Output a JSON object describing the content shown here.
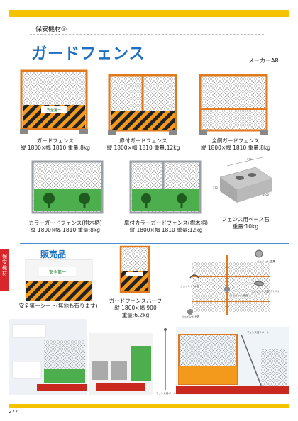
{
  "header": {
    "section": "保安機材①",
    "title": "ガードフェンス",
    "maker": "メーカーAR"
  },
  "sign_text": "安全第一",
  "products": [
    {
      "name": "ガードフェンス",
      "spec": "縦 1800×幅 1810  重量:8kg"
    },
    {
      "name": "扉付ガードフェンス",
      "spec": "縦 1800×幅 1810  重量:12kg"
    },
    {
      "name": "全網ガードフェンス",
      "spec": "縦 1800×幅 1810  重量:8kg"
    },
    {
      "name": "カラーガードフェンス(樹木柄)",
      "spec": "縦 1800×幅 1810  重量:8kg"
    },
    {
      "name": "扉付カラーガードフェンス(樹木柄)",
      "spec": "縦 1800×幅 1810  重量:12kg"
    }
  ],
  "base": {
    "name": "フェンス用ベース石",
    "spec": "重量:10kg",
    "dims": [
      "370",
      "1500",
      "370"
    ]
  },
  "sales": {
    "title": "販売品",
    "side_tab": "保安機材",
    "sheet": {
      "name": "安全第一シート(無地も有ります)"
    },
    "half": {
      "name": "ガードフェンスハーフ",
      "spec": "縦 1800×幅 900",
      "weight": "重量:6.2kg"
    }
  },
  "clamp_labels": [
    "ジョイント 金具",
    "ジョイント Vk型",
    "ジョイント 用部",
    "ジョイント P型",
    "ジョイント 大型(ガトル)"
  ],
  "install_labels": [
    "フェンス用ポール",
    "フェンス用サポート"
  ],
  "page_number": "277",
  "colors": {
    "accent": "#1f6fc0",
    "bar": "#f5c200",
    "orange": "#e07a1c",
    "green": "#4cae4c",
    "red": "#d8262b"
  }
}
